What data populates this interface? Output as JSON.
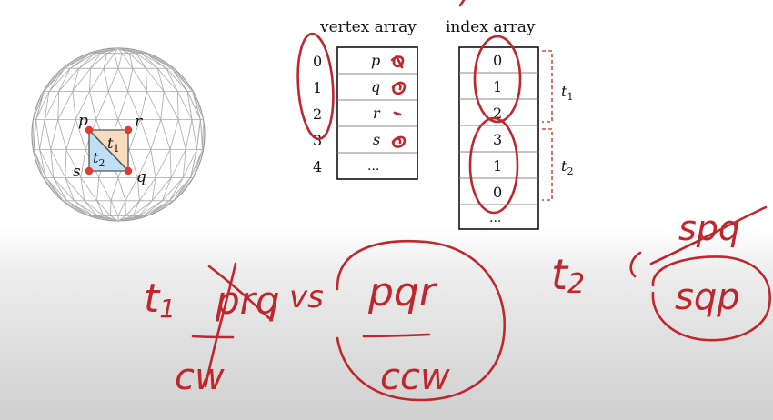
{
  "sphere": {
    "vertices": {
      "p": "p",
      "r": "r",
      "s": "s",
      "q": "q"
    },
    "triangles": {
      "t1": "t",
      "t1_sub": "1",
      "t2": "t",
      "t2_sub": "2"
    },
    "colors": {
      "t1_fill": "#f7dcc0",
      "t2_fill": "#bfe0f4",
      "vertex_dot": "#e23a2e"
    }
  },
  "vertex_array": {
    "title": "vertex array",
    "rows": [
      {
        "index": "0",
        "value": "p"
      },
      {
        "index": "1",
        "value": "q"
      },
      {
        "index": "2",
        "value": "r"
      },
      {
        "index": "3",
        "value": "s"
      },
      {
        "index": "4",
        "value": "..."
      }
    ]
  },
  "index_array": {
    "title": "index array",
    "rows": [
      "0",
      "1",
      "2",
      "3",
      "1",
      "0",
      "..."
    ],
    "groups": [
      {
        "label": "t",
        "sub": "1"
      },
      {
        "label": "t",
        "sub": "2"
      }
    ]
  },
  "annotations": {
    "color": "#c0262c",
    "t1_label": "t",
    "t1_sub": "1",
    "t1_struck_order": "prq",
    "t1_struck_winding": "cw",
    "vs": "vs",
    "t1_correct_order": "pqr",
    "t1_correct_winding": "ccw",
    "t2_label": "t",
    "t2_sub": "2",
    "t2_struck_order": "spq",
    "t2_correct_order": "sqp"
  }
}
